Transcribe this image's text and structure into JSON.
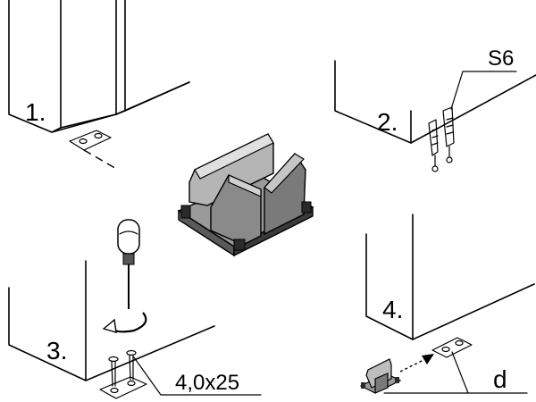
{
  "steps": {
    "s1": {
      "label": "1."
    },
    "s2": {
      "label": "2.",
      "callout": "S6"
    },
    "s3": {
      "label": "3.",
      "callout": "4,0x25"
    },
    "s4": {
      "label": "4.",
      "callout": "d"
    }
  },
  "colors": {
    "line": "#000000",
    "part_fill": "#8a8a8a",
    "part_light": "#c9c9c9",
    "part_dark": "#3a3a3a"
  }
}
